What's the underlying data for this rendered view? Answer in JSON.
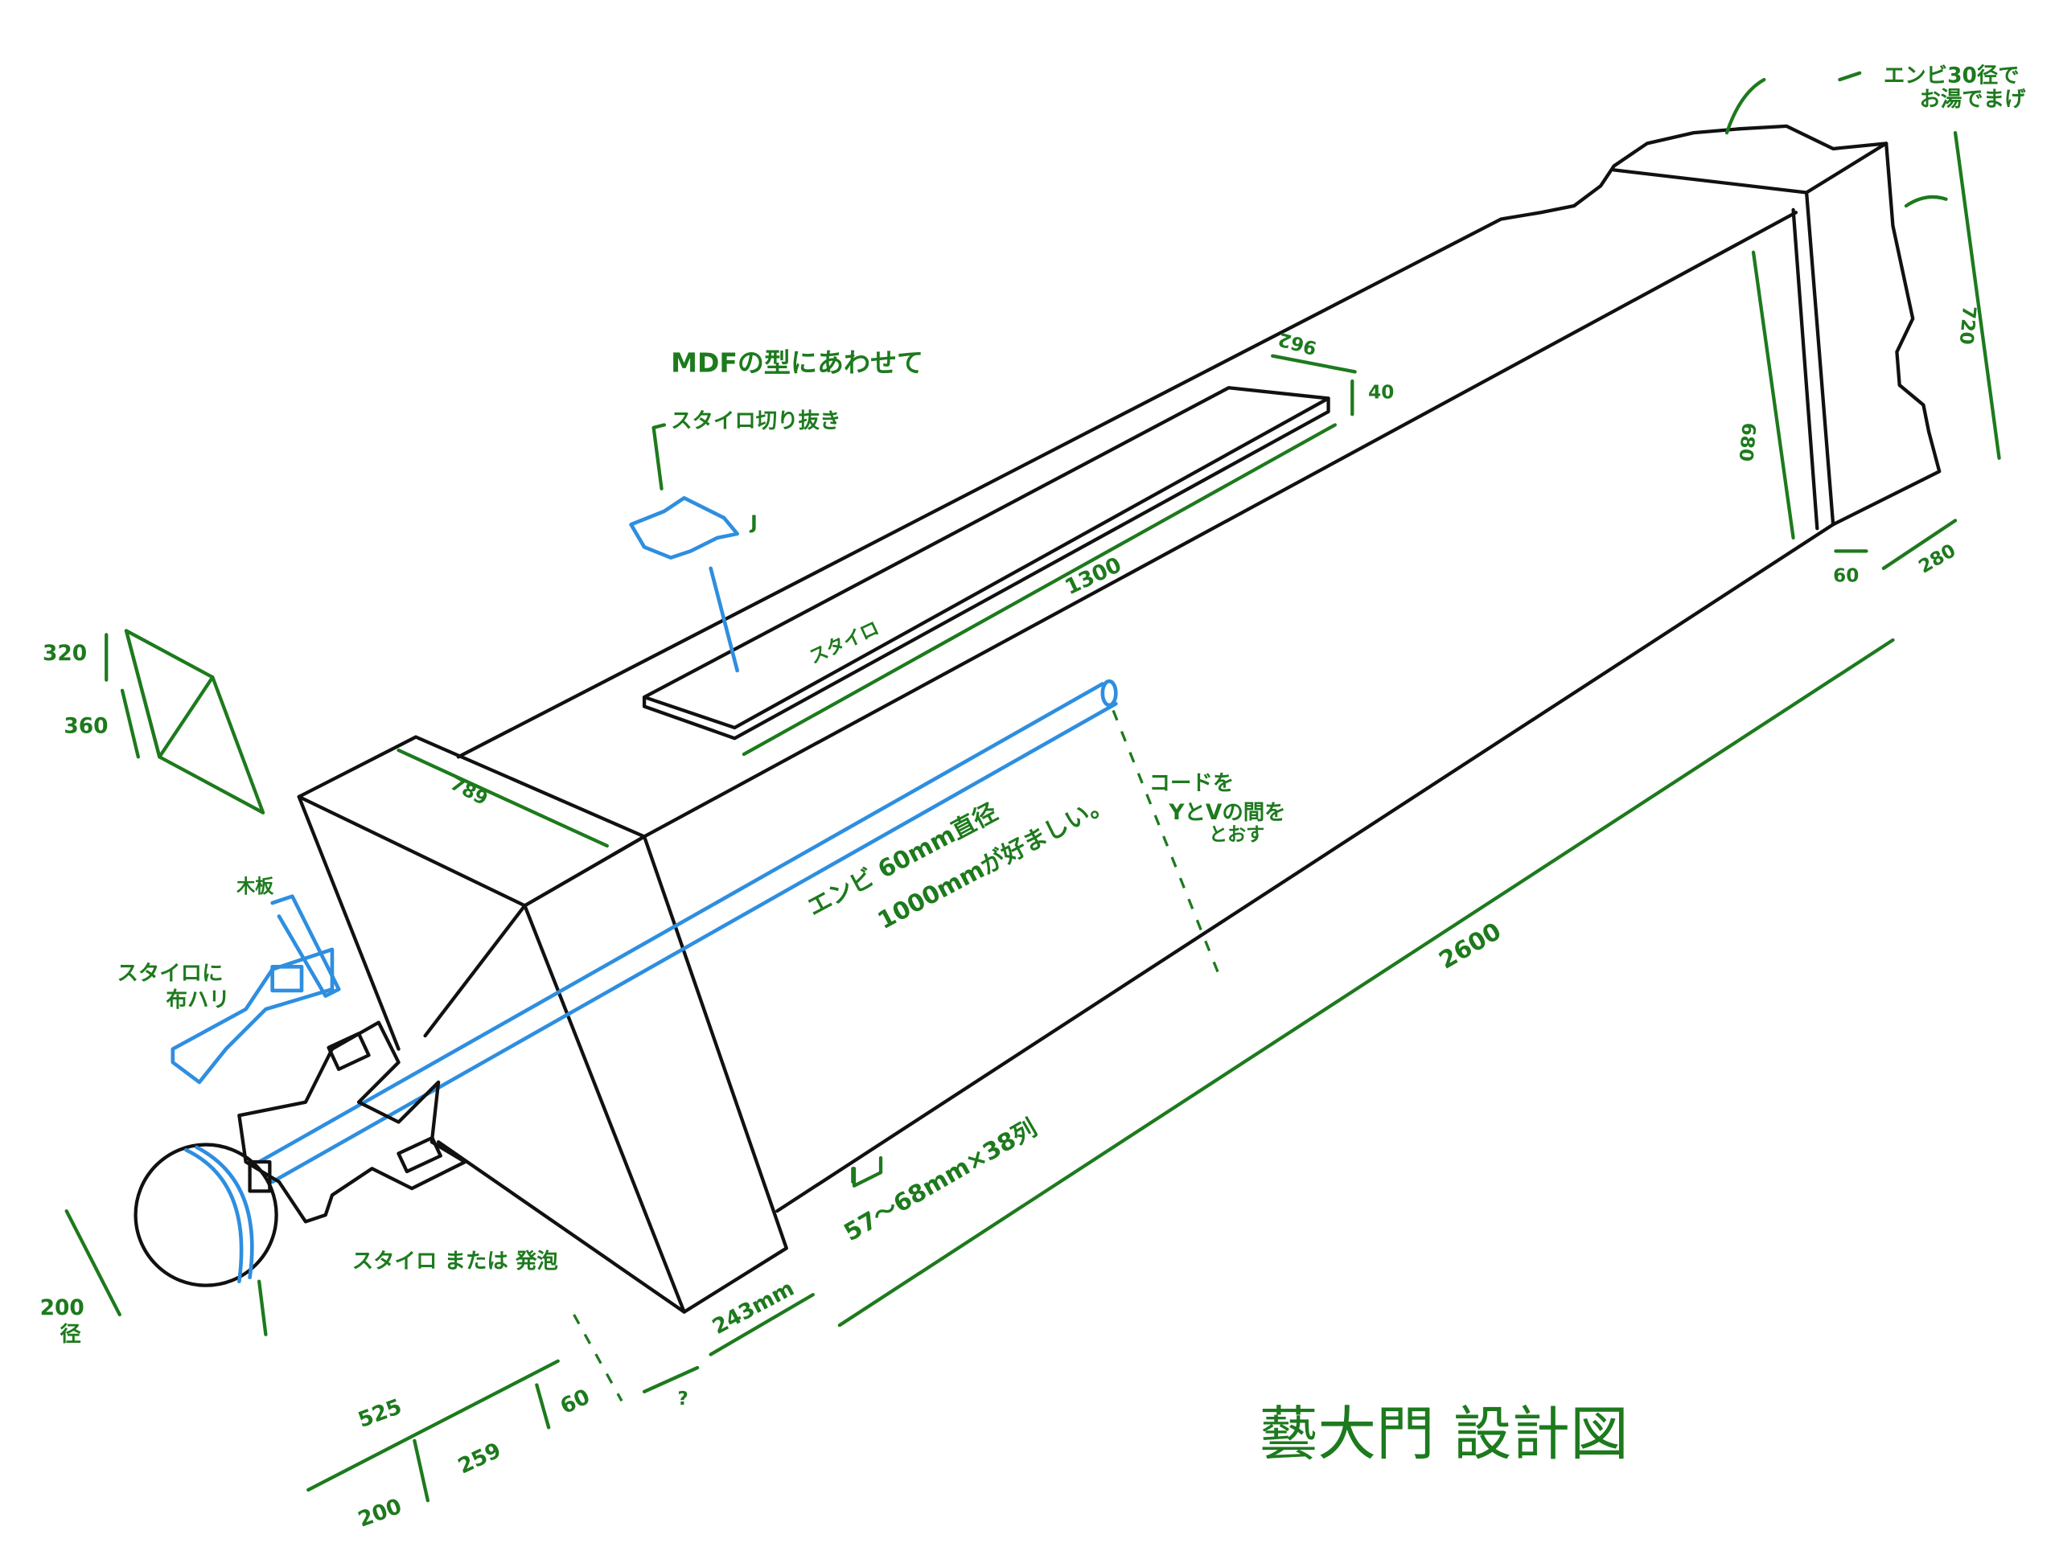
{
  "title": "藝大門 設計図",
  "notes": {
    "mdf": "MDFの型にあわせて",
    "styro_cut": "スタイロ切り抜き",
    "styro_label": "スタイロ",
    "pipe": "エンビ 60mm直径",
    "pipe_length": "1000mmが好ましい。",
    "cord": "コードを",
    "cord2": "YとVの間を",
    "cord3": "とおす",
    "pvc_bend": "エンビ30径で",
    "pvc_bend2": "お湯でまげ",
    "wood": "木板",
    "cloth": "スタイロに",
    "cloth2": "布ハリ",
    "foam": "スタイロ または 発泡",
    "slats": "57〜68mm×38列",
    "sphere": "200",
    "sphere2": "径",
    "marker": "J"
  },
  "dimensions": {
    "top_width": "962",
    "slot_height": "40",
    "slot_length": "1300",
    "beam_height": "680",
    "end_height": "720",
    "groove": "60",
    "end_depth": "280",
    "cap_width": "789",
    "length": "2600",
    "gap": "243mm",
    "unknown": "?",
    "detail_a": "320",
    "detail_b": "360",
    "total": "525",
    "seg1": "200",
    "seg2": "259",
    "seg3": "60"
  }
}
